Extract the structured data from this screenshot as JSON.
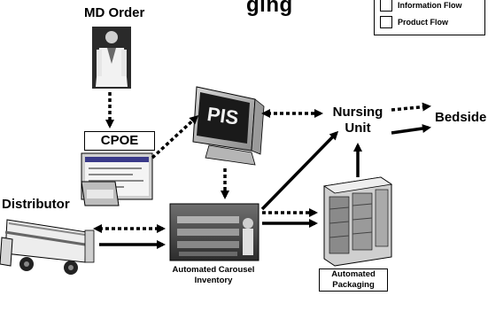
{
  "title_fragment": "ging",
  "legend": {
    "information_label": "Information Flow",
    "product_label": "Product Flow"
  },
  "nodes": {
    "md_order": "MD Order",
    "cpoe": "CPOE",
    "pis": "PIS",
    "nursing_unit_line1": "Nursing",
    "nursing_unit_line2": "Unit",
    "bedside": "Bedside",
    "distributor": "Distributor",
    "carousel_line1": "Automated Carousel",
    "carousel_line2": "Inventory",
    "packaging_line1": "Automated",
    "packaging_line2": "Packaging"
  }
}
